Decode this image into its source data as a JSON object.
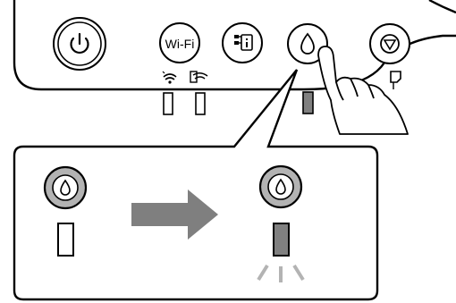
{
  "panel": {
    "wifi_label": "Wi-Fi"
  },
  "buttons": [
    {
      "id": "power",
      "icon": "power-icon"
    },
    {
      "id": "wifi",
      "icon": "wifi-text-icon"
    },
    {
      "id": "network-status",
      "icon": "network-status-icon"
    },
    {
      "id": "ink",
      "icon": "ink-drop-icon",
      "pressed": true
    },
    {
      "id": "stop",
      "icon": "stop-icon"
    }
  ],
  "indicators": [
    {
      "id": "wifi-light",
      "state": "off"
    },
    {
      "id": "wifi-direct-light",
      "state": "off"
    },
    {
      "id": "ink-light",
      "state": "on"
    }
  ],
  "callout": {
    "before": {
      "button_icon": "ink-drop-icon",
      "light_state": "off"
    },
    "after": {
      "button_icon": "ink-drop-icon",
      "light_state": "on-lit"
    },
    "arrow_color": "#7f7f7f"
  },
  "colors": {
    "outline": "#000000",
    "button_fill_gray": "#b3b3b3",
    "lit_light": "#808080",
    "arrow": "#7f7f7f"
  }
}
